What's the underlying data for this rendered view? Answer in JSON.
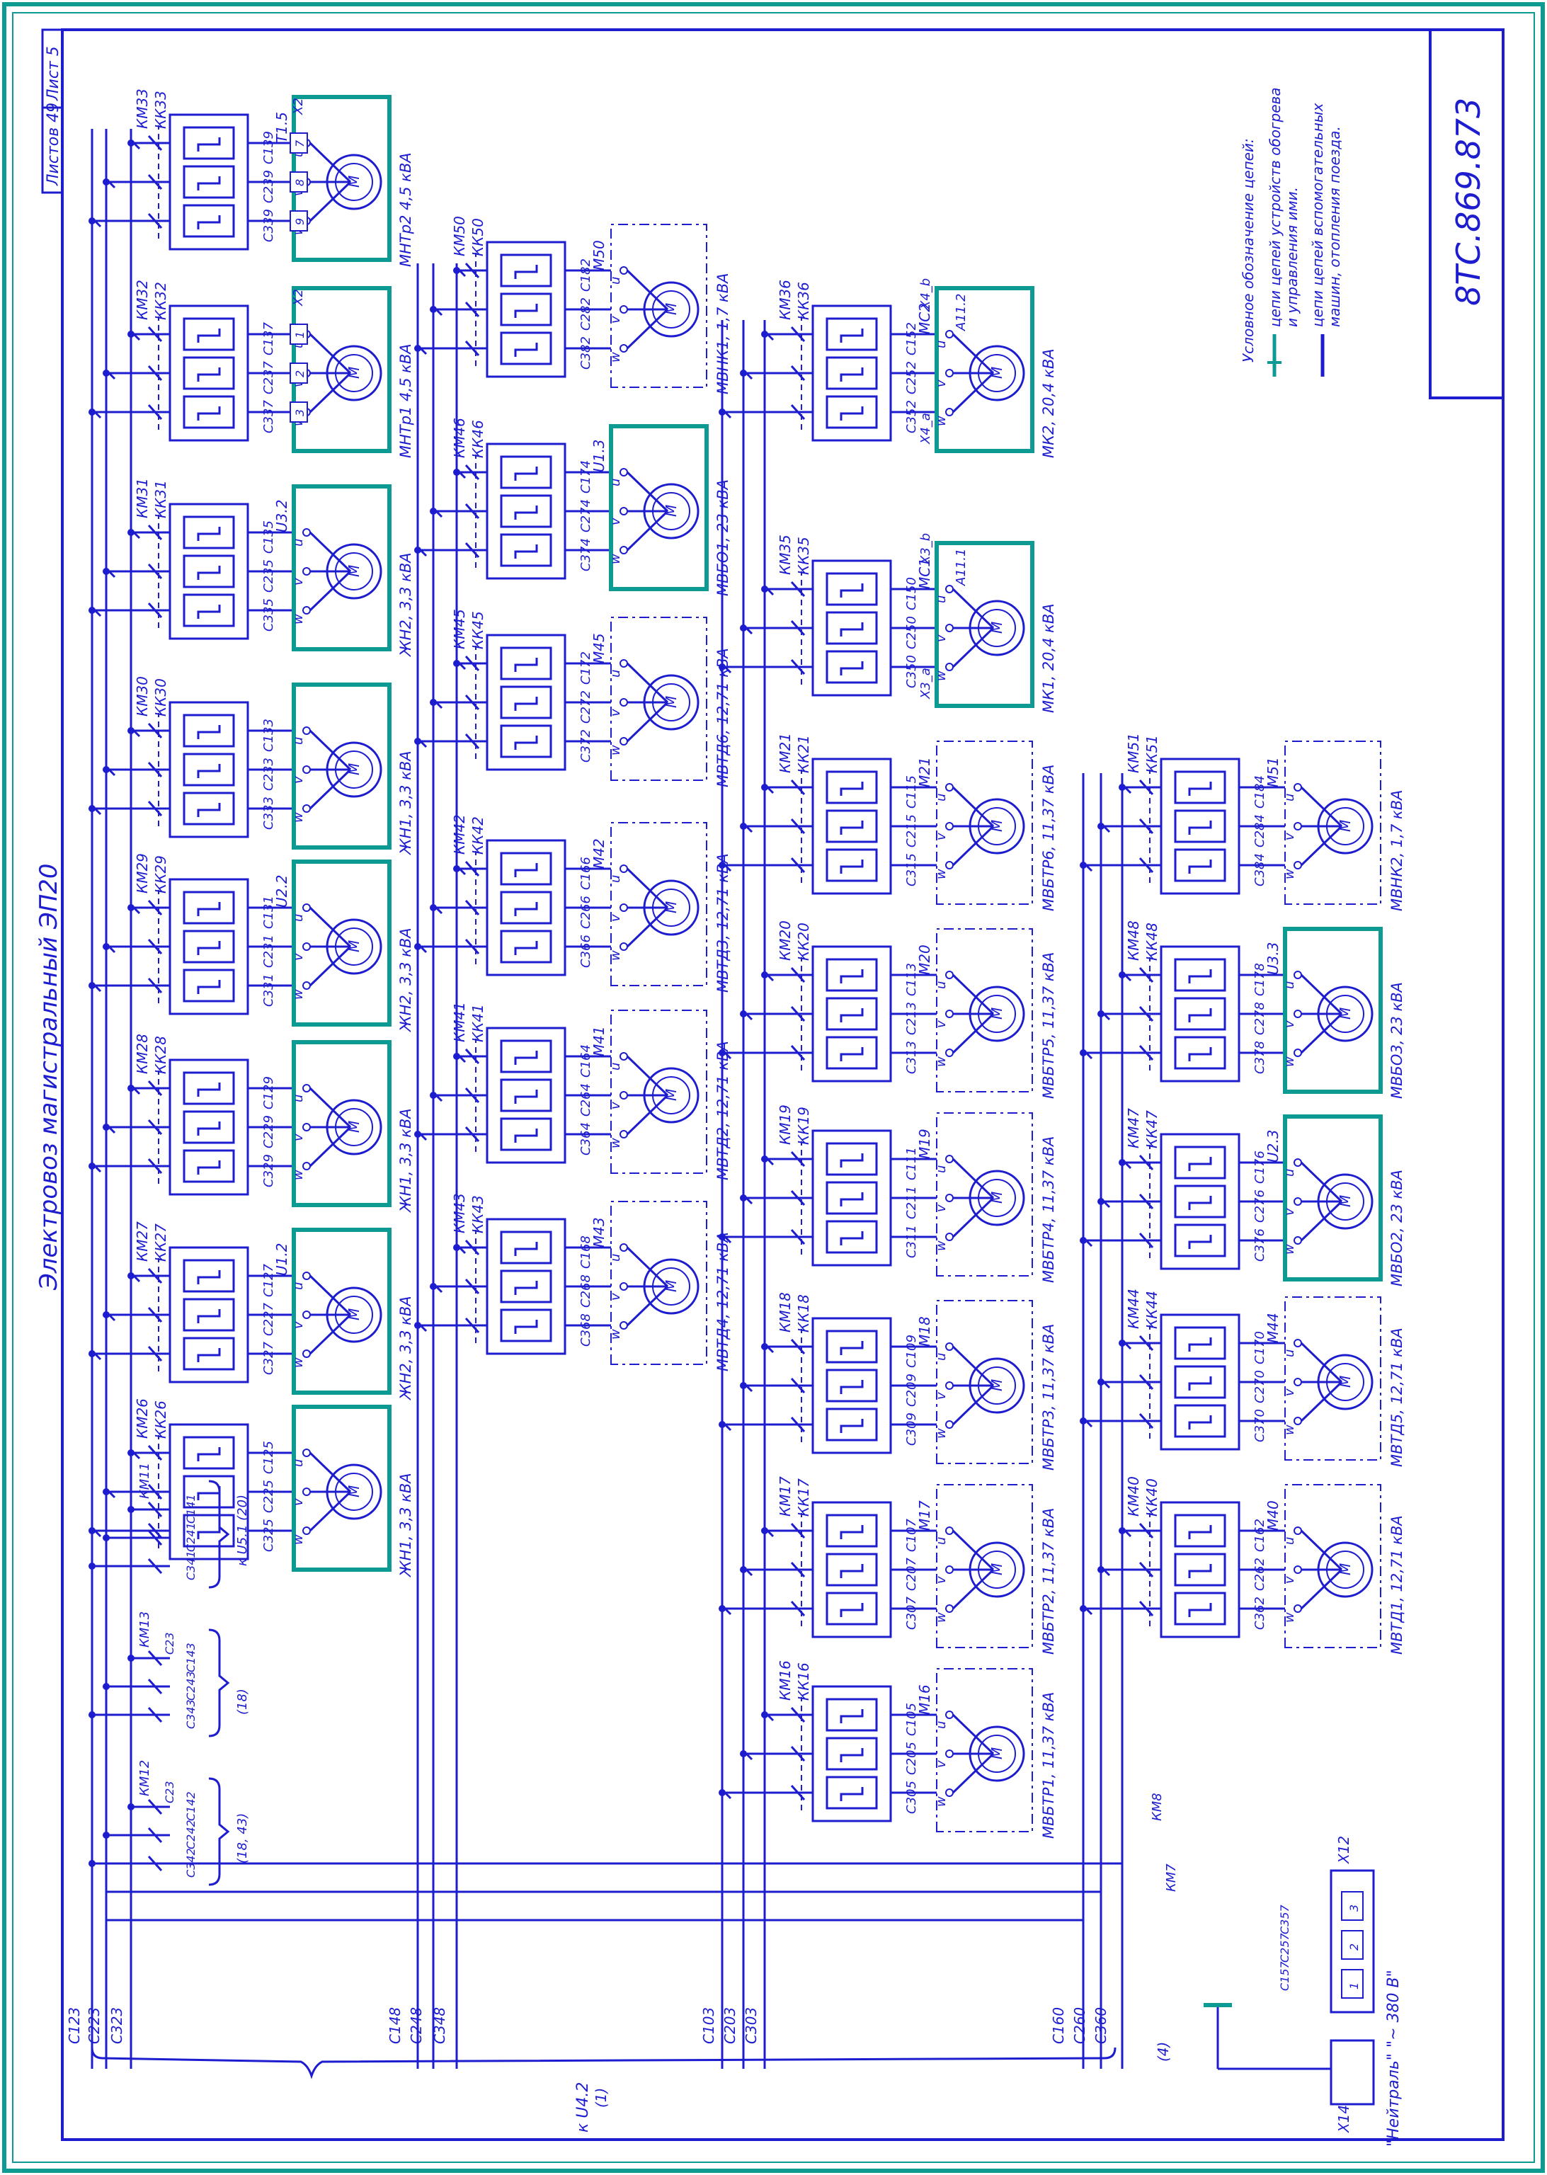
{
  "frame": {
    "title": "Электровоз магистральный ЭП20",
    "sheet": "Лист 5",
    "sheets_total": "Листов 49",
    "doc_code": "8ТС.869.873"
  },
  "legend": {
    "lines": [
      "Условное обозначение цепей:",
      "цепи цепей устройств обогрева",
      "и управления ими.",
      "цепи цепей вспомогательных",
      "машин, отопления поезда."
    ]
  },
  "buses": {
    "g1": [
      "С123",
      "С223",
      "С323"
    ],
    "g2": [
      "С148",
      "С248",
      "С348"
    ],
    "g3": [
      "С103",
      "С203",
      "С303"
    ],
    "g4": [
      "С160",
      "С260",
      "С360"
    ],
    "brace_label": "к U4.2",
    "brace_sub": "(1)",
    "neutral_ref": "(4)"
  },
  "strips": [
    {
      "rows": [
        {
          "km": "КМ33",
          "kk": "КК33",
          "c": [
            "С339",
            "С239",
            "С139"
          ],
          "box": "Т1.5",
          "label": "МНТр2 4,5 кВА",
          "terms": [
            "9",
            "8",
            "7"
          ],
          "xl": "Х2",
          "teal": true
        },
        {
          "km": "КМ32",
          "kk": "КК32",
          "c": [
            "С337",
            "С237",
            "С137"
          ],
          "box": "",
          "label": "МНТр1 4,5 кВА",
          "terms": [
            "3",
            "2",
            "1"
          ],
          "xl": "Х2",
          "teal": true
        },
        {
          "km": "КМ31",
          "kk": "КК31",
          "c": [
            "С335",
            "С235",
            "С135"
          ],
          "box": "U3.2",
          "label": "ЖН2, 3,3 кВА",
          "teal": true
        },
        {
          "km": "КМ30",
          "kk": "КК30",
          "c": [
            "С333",
            "С233",
            "С133"
          ],
          "box": "",
          "label": "ЖН1, 3,3 кВА",
          "teal": true
        },
        {
          "km": "КМ29",
          "kk": "КК29",
          "c": [
            "С331",
            "С231",
            "С131"
          ],
          "box": "U2.2",
          "label": "ЖН2, 3,3 кВА",
          "teal": true
        },
        {
          "km": "КМ28",
          "kk": "КК28",
          "c": [
            "С329",
            "С229",
            "С129"
          ],
          "box": "",
          "label": "ЖН1, 3,3 кВА",
          "teal": true
        },
        {
          "km": "КМ27",
          "kk": "КК27",
          "c": [
            "С327",
            "С227",
            "С127"
          ],
          "box": "U1.2",
          "label": "ЖН2, 3,3 кВА",
          "teal": true
        },
        {
          "km": "КМ26",
          "kk": "КК26",
          "c": [
            "С325",
            "С225",
            "С125"
          ],
          "box": "",
          "label": "ЖН1, 3,3 кВА",
          "teal": true
        }
      ]
    },
    {
      "rows": [
        {
          "km": "КМ50",
          "kk": "КК50",
          "c": [
            "С382",
            "С282",
            "С182"
          ],
          "box": "М50",
          "label": "МВНК1, 1,7 кВА",
          "teal": false
        },
        {
          "km": "КМ46",
          "kk": "КК46",
          "c": [
            "С374",
            "С274",
            "С174"
          ],
          "box": "U1.3",
          "label": "МВБО1, 23 кВА",
          "teal": true
        },
        {
          "km": "КМ45",
          "kk": "КК45",
          "c": [
            "С372",
            "С272",
            "С172"
          ],
          "box": "М45",
          "label": "МВТД6, 12,71 кВА",
          "teal": false
        },
        {
          "km": "КМ42",
          "kk": "КК42",
          "c": [
            "С366",
            "С266",
            "С166"
          ],
          "box": "М42",
          "label": "МВТД3, 12,71 кВА",
          "teal": false
        },
        {
          "km": "КМ41",
          "kk": "КК41",
          "c": [
            "С364",
            "С264",
            "С164"
          ],
          "box": "М41",
          "label": "МВТД2, 12,71 кВА",
          "teal": false
        },
        {
          "km": "КМ43",
          "kk": "КК43",
          "c": [
            "С368",
            "С268",
            "С168"
          ],
          "box": "М43",
          "label": "МВТД4, 12,71 кВА",
          "teal": false
        }
      ]
    },
    {
      "rows": [
        {
          "km": "КМ36",
          "kk": "КК36",
          "c": [
            "С352",
            "С252",
            "С152"
          ],
          "box": "МС2",
          "label": "МК2, 20,4 кВА",
          "teal": true,
          "a": "А11.2",
          "xa": "Х4_а",
          "xb": "Х4_b"
        },
        {
          "km": "КМ35",
          "kk": "КК35",
          "c": [
            "С350",
            "С250",
            "С150"
          ],
          "box": "МС1",
          "label": "МК1, 20,4 кВА",
          "teal": true,
          "a": "А11.1",
          "xa": "Х3_а",
          "xb": "Х3_b"
        },
        {
          "km": "КМ21",
          "kk": "КК21",
          "c": [
            "С315",
            "С215",
            "С115"
          ],
          "box": "М21",
          "label": "МВБТР6, 11,37 кВА",
          "teal": false
        },
        {
          "km": "КМ20",
          "kk": "КК20",
          "c": [
            "С313",
            "С213",
            "С113"
          ],
          "box": "М20",
          "label": "МВБТР5, 11,37 кВА",
          "teal": false
        },
        {
          "km": "КМ19",
          "kk": "КК19",
          "c": [
            "С311",
            "С211",
            "С111"
          ],
          "box": "М19",
          "label": "МВБТР4, 11,37 кВА",
          "teal": false
        },
        {
          "km": "КМ18",
          "kk": "КК18",
          "c": [
            "С309",
            "С209",
            "С109"
          ],
          "box": "М18",
          "label": "МВБТР3, 11,37 кВА",
          "teal": false
        },
        {
          "km": "КМ17",
          "kk": "КК17",
          "c": [
            "С307",
            "С207",
            "С107"
          ],
          "box": "М17",
          "label": "МВБТР2, 11,37 кВА",
          "teal": false
        },
        {
          "km": "КМ16",
          "kk": "КК16",
          "c": [
            "С305",
            "С205",
            "С105"
          ],
          "box": "М16",
          "label": "МВБТР1, 11,37 кВА",
          "teal": false
        }
      ]
    },
    {
      "rows": [
        {
          "km": "КМ51",
          "kk": "КК51",
          "c": [
            "С384",
            "С284",
            "С184"
          ],
          "box": "М51",
          "label": "МВНК2, 1,7 кВА",
          "teal": false
        },
        {
          "km": "КМ48",
          "kk": "КК48",
          "c": [
            "С378",
            "С278",
            "С178"
          ],
          "box": "U3.3",
          "label": "МВБО3, 23 кВА",
          "teal": true
        },
        {
          "km": "КМ47",
          "kk": "КК47",
          "c": [
            "С376",
            "С276",
            "С176"
          ],
          "box": "U2.3",
          "label": "МВБО2, 23 кВА",
          "teal": true
        },
        {
          "km": "КМ44",
          "kk": "КК44",
          "c": [
            "С370",
            "С270",
            "С170"
          ],
          "box": "М44",
          "label": "МВТД5, 12,71 кВА",
          "teal": false
        },
        {
          "km": "КМ40",
          "kk": "КК40",
          "c": [
            "С362",
            "С262",
            "С162"
          ],
          "box": "М40",
          "label": "МВТД1, 12,71 кВА",
          "teal": false
        }
      ]
    }
  ],
  "aux": {
    "km11": {
      "km": "КМ11",
      "c": [
        "С341",
        "С241",
        "С141"
      ],
      "ref": "к U5.1 (20)"
    },
    "km13": {
      "km": "КМ13",
      "c": [
        "С343",
        "С243",
        "С143"
      ],
      "c23": "С23",
      "ref": "(18)"
    },
    "km12": {
      "km": "КМ12",
      "c": [
        "С342",
        "С242",
        "С142"
      ],
      "c23": "С23",
      "ref": "(18, 43)"
    },
    "km7": {
      "km": "КМ7",
      "c": [
        "С157",
        "С257",
        "С357"
      ]
    },
    "km8": {
      "km": "КМ8"
    },
    "x12": {
      "label": "Х12",
      "terms": [
        "1",
        "2",
        "3"
      ],
      "note": "\"~ 380 В\""
    },
    "x14": {
      "label": "Х14",
      "note": "\"Нейтраль\""
    }
  },
  "ph": {
    "u": "u",
    "v": "v",
    "w": "w",
    "motor": "М"
  }
}
